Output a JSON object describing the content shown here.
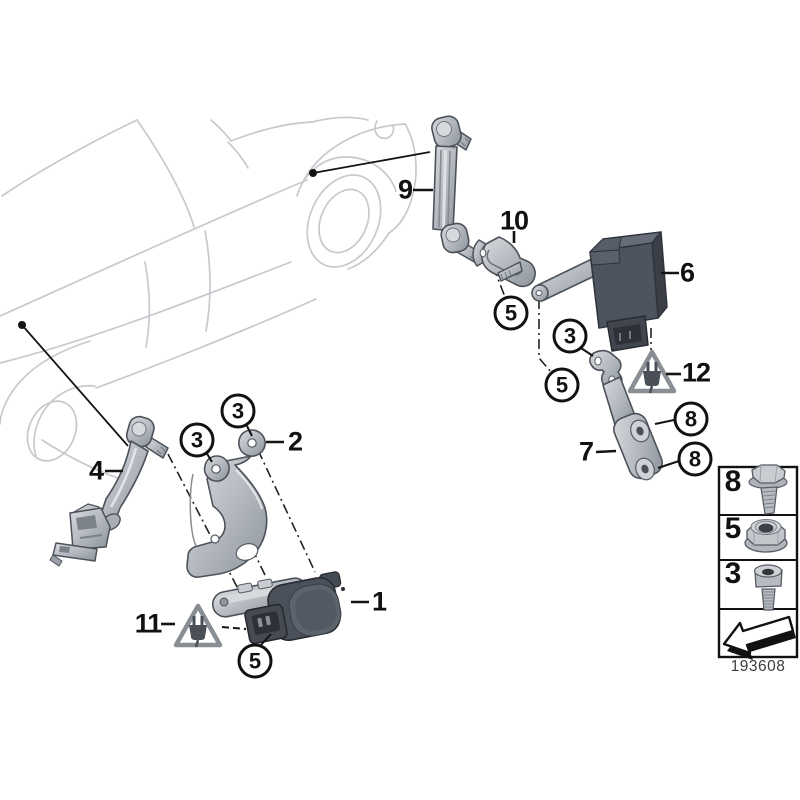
{
  "diagram": {
    "number": "193608",
    "background": "#ffffff",
    "sketch_color": "#c6c9cd",
    "part_light_color": "#b9bec4",
    "part_dark_color": "#4b515b",
    "callout_color": "#111111"
  },
  "callouts": {
    "labels": [
      {
        "id": "1",
        "text": "1"
      },
      {
        "id": "2",
        "text": "2"
      },
      {
        "id": "4",
        "text": "4"
      },
      {
        "id": "6",
        "text": "6"
      },
      {
        "id": "7",
        "text": "7"
      },
      {
        "id": "9",
        "text": "9"
      },
      {
        "id": "10",
        "text": "10"
      },
      {
        "id": "11",
        "text": "11"
      },
      {
        "id": "12",
        "text": "12"
      }
    ],
    "circled": [
      {
        "text": "3"
      },
      {
        "text": "3"
      },
      {
        "text": "5"
      },
      {
        "text": "3"
      },
      {
        "text": "5"
      },
      {
        "text": "8"
      },
      {
        "text": "8"
      },
      {
        "text": "5"
      }
    ]
  },
  "warning_icons": {
    "item_11": "electrical-connector-warning-icon",
    "item_12": "electrical-connector-warning-icon"
  },
  "legend": {
    "rows": [
      {
        "number": "8",
        "icon": "hex-bolt-icon"
      },
      {
        "number": "5",
        "icon": "lock-nut-icon"
      },
      {
        "number": "3",
        "icon": "socket-head-screw-icon"
      },
      {
        "number": "",
        "icon": "direction-arrow-icon"
      }
    ],
    "diagram_number": "193608"
  }
}
